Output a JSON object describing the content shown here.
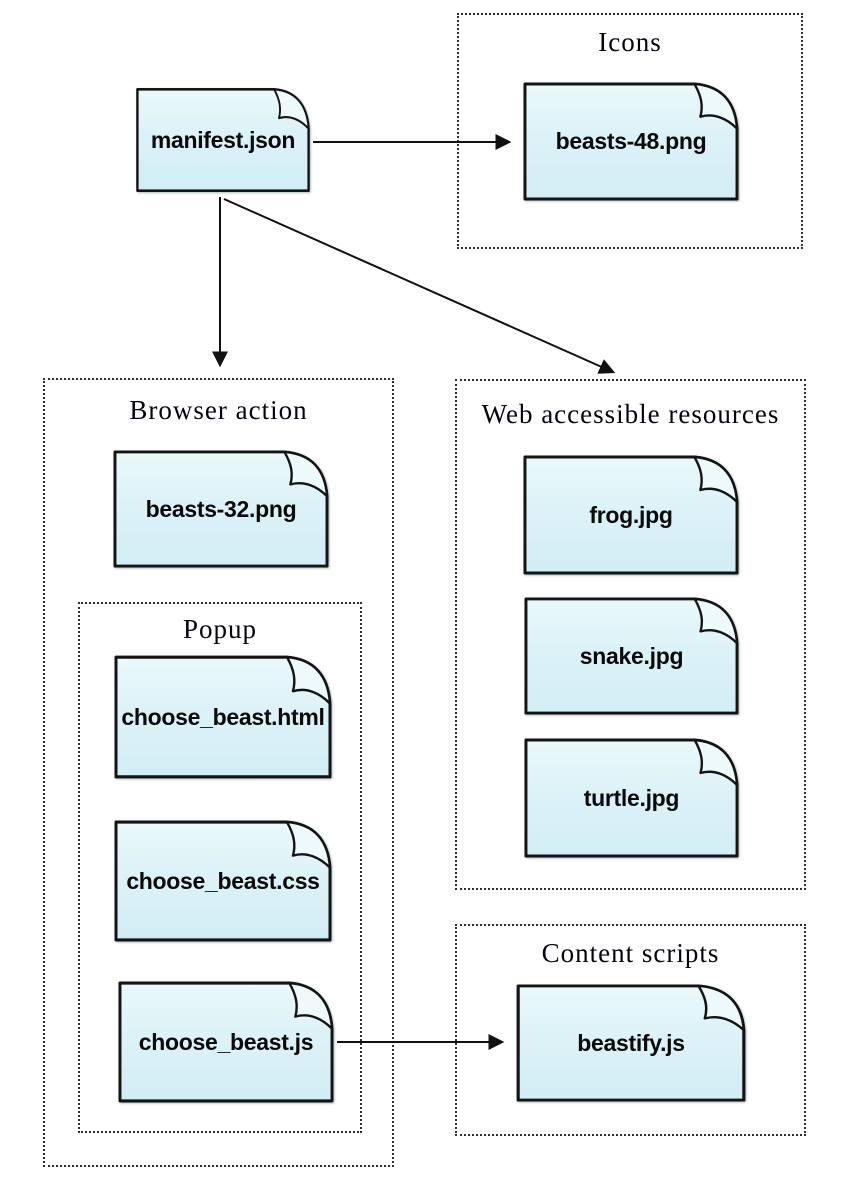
{
  "diagram": {
    "background_color": "#ffffff",
    "paper_fill_top": "#e9f8fb",
    "paper_fill_bottom": "#d2edf5",
    "outline_color": "#141414",
    "groups": {
      "icons": {
        "title": "Icons"
      },
      "browser_action": {
        "title": "Browser action"
      },
      "popup": {
        "title": "Popup"
      },
      "web_accessible_resources": {
        "title": "Web accessible resources"
      },
      "content_scripts": {
        "title": "Content scripts"
      }
    },
    "files": {
      "manifest": {
        "label": "manifest.json"
      },
      "beasts48": {
        "label": "beasts-48.png"
      },
      "beasts32": {
        "label": "beasts-32.png"
      },
      "choose_beast_html": {
        "label": "choose_beast.html"
      },
      "choose_beast_css": {
        "label": "choose_beast.css"
      },
      "choose_beast_js": {
        "label": "choose_beast.js"
      },
      "frog": {
        "label": "frog.jpg"
      },
      "snake": {
        "label": "snake.jpg"
      },
      "turtle": {
        "label": "turtle.jpg"
      },
      "beastify": {
        "label": "beastify.js"
      }
    },
    "connections": [
      {
        "from": "manifest.json",
        "to": "beasts-48.png"
      },
      {
        "from": "manifest.json",
        "to": "Browser action"
      },
      {
        "from": "manifest.json",
        "to": "Web accessible resources"
      },
      {
        "from": "choose_beast.js",
        "to": "beastify.js"
      }
    ]
  }
}
